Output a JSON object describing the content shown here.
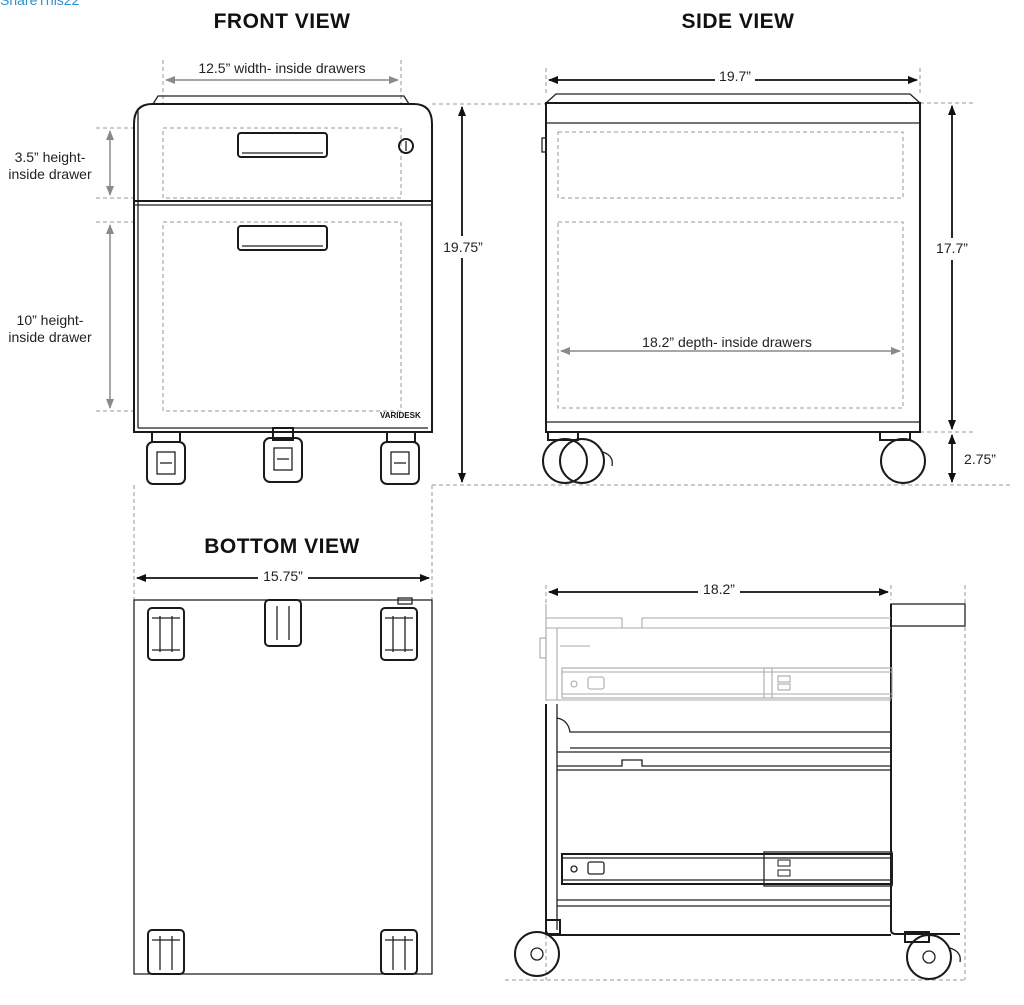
{
  "top_link": "ShareThis22",
  "views": {
    "front": "FRONT VIEW",
    "side": "SIDE VIEW",
    "bottom": "BOTTOM VIEW"
  },
  "front_dims": {
    "inside_width": "12.5” width- inside drawers",
    "top_drawer_height_line1": "3.5” height-",
    "top_drawer_height_line2": "inside drawer",
    "bottom_drawer_height_line1": "10” height-",
    "bottom_drawer_height_line2": "inside drawer",
    "total_height": "19.75”"
  },
  "side_dims": {
    "total_depth": "19.7”",
    "body_height": "17.7”",
    "inside_depth": "18.2” depth- inside drawers",
    "caster_height": "2.75”"
  },
  "bottom_dims": {
    "width": "15.75”"
  },
  "rail_dims": {
    "length": "18.2”"
  },
  "brand_mark": "VARIDESK"
}
